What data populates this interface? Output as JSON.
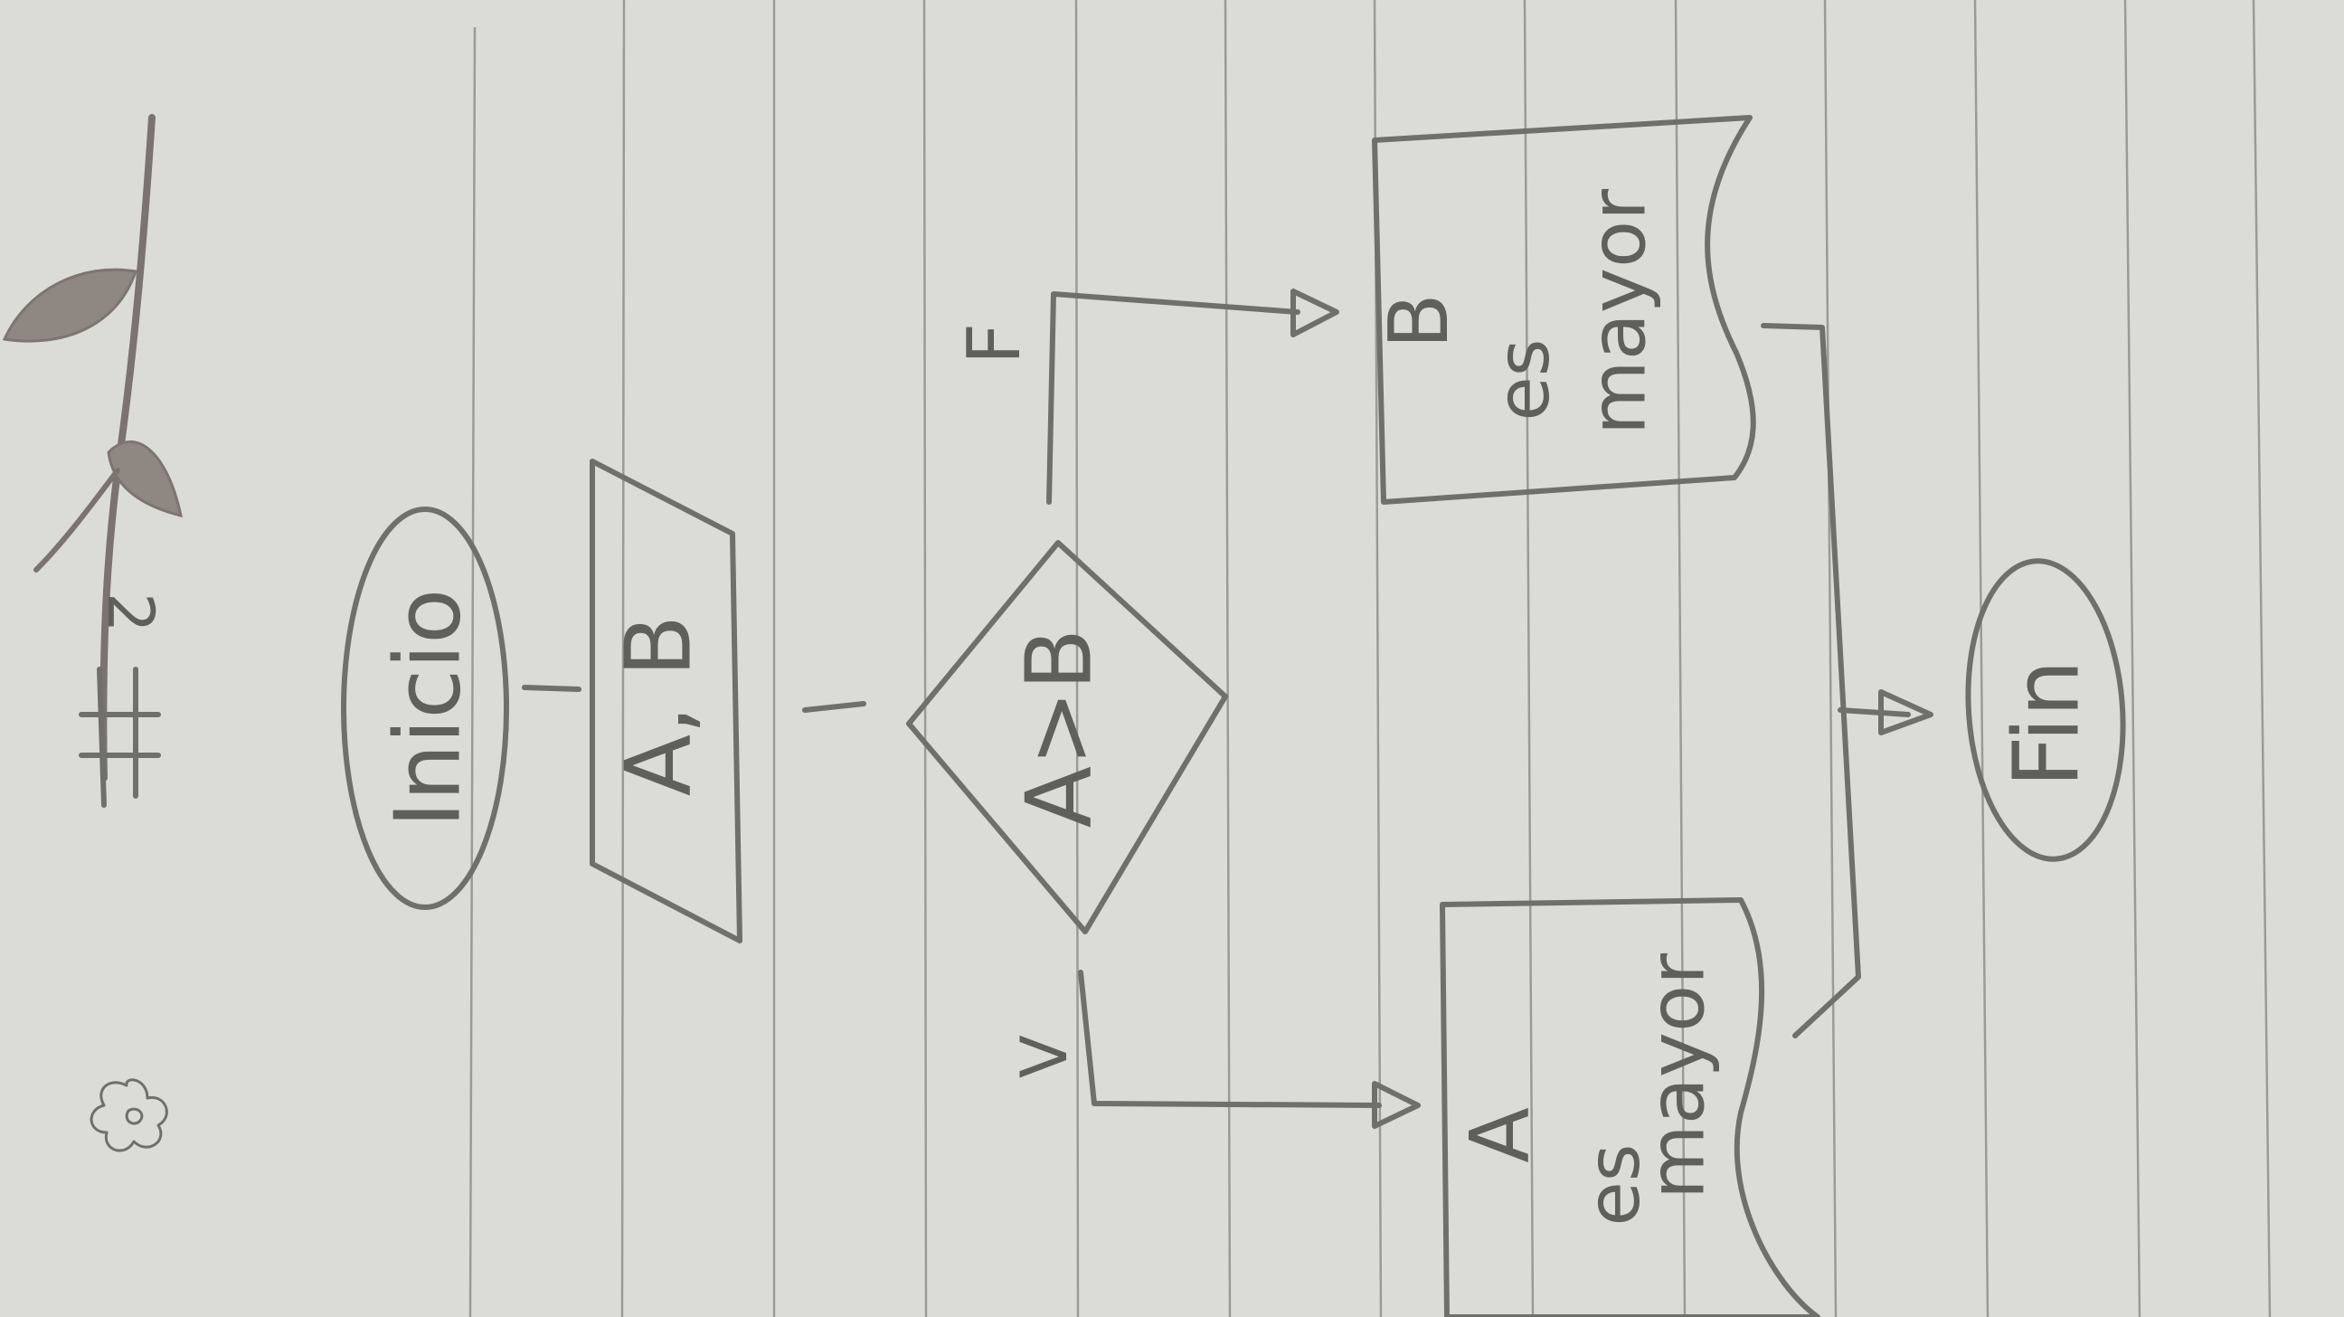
{
  "diagram": {
    "orientation": "rotated-90-clockwise",
    "start": {
      "label": "Inicio"
    },
    "input": {
      "label": "A, B"
    },
    "decision": {
      "label": "A>B"
    },
    "branch_false": {
      "label": "F"
    },
    "branch_true": {
      "label": "V"
    },
    "output_b": {
      "line1": "B",
      "line2": "es",
      "line3": "mayor"
    },
    "output_a": {
      "line1": "A",
      "line2": "es",
      "line3": "mayor"
    },
    "end": {
      "label": "Fin"
    }
  },
  "page_number": "2"
}
